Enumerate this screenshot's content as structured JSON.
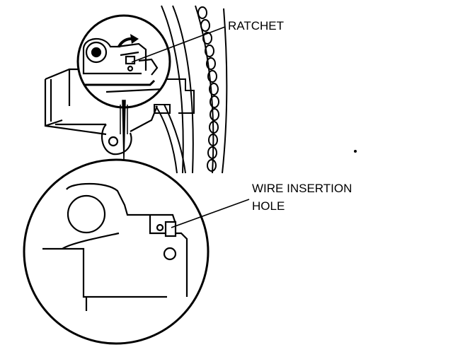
{
  "labels": {
    "ratchet": "RATCHET",
    "wire_line1": "WIRE INSERTION",
    "wire_line2": "HOLE"
  },
  "colors": {
    "ink": "#000000",
    "paper": "#ffffff"
  }
}
